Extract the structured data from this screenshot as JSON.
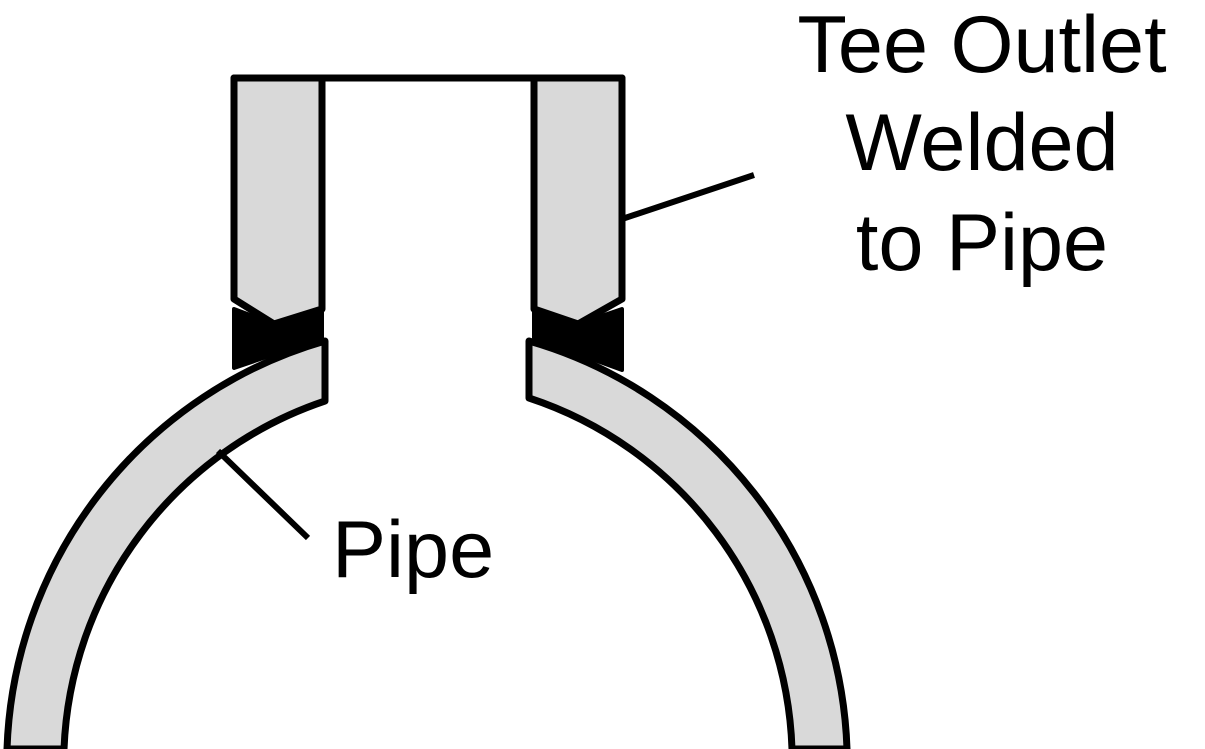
{
  "labels": {
    "tee_line1": "Tee Outlet",
    "tee_line2": "Welded",
    "tee_line3": "to Pipe",
    "pipe": "Pipe"
  },
  "colors": {
    "wall_fill": "#d9d9d9",
    "outline": "#000000",
    "weld": "#000000",
    "background": "#ffffff"
  }
}
